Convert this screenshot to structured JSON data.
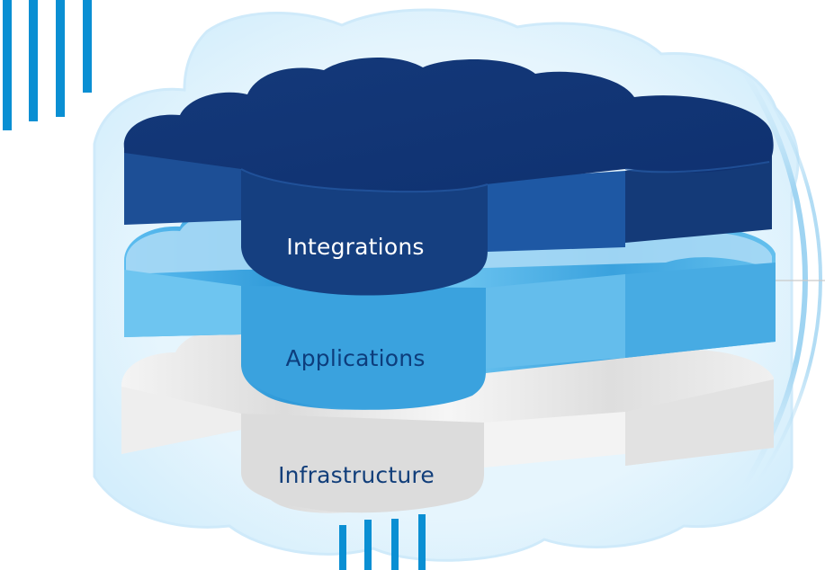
{
  "diagram": {
    "type": "stacked-cloud-layers",
    "layers": [
      {
        "label": "Integrations",
        "color": "#163f82"
      },
      {
        "label": "Applications",
        "color": "#42ade6"
      },
      {
        "label": "Infrastructure",
        "color": "#e8e8e8"
      }
    ],
    "accent_color": "#0a8fd3"
  }
}
